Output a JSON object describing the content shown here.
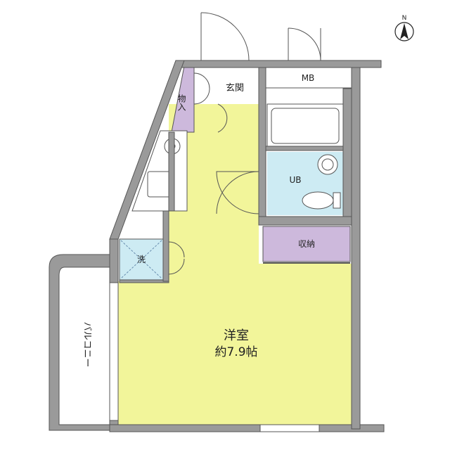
{
  "compass": {
    "label": "N"
  },
  "rooms": {
    "entrance": {
      "label": "玄関"
    },
    "storage_small": {
      "label": "物入"
    },
    "meter_box": {
      "label": "MB"
    },
    "bathroom": {
      "label": "UB"
    },
    "closet": {
      "label": "収納"
    },
    "laundry": {
      "label": "洗"
    },
    "western_room": {
      "label": "洋室",
      "size_label": "約7.9帖"
    },
    "balcony": {
      "label": "バルコニー"
    }
  },
  "colors": {
    "wall": "#9a9a9a",
    "wall_edge": "#555555",
    "western_room": "#f2f59a",
    "bathroom": "#cdebf3",
    "storage": "#cdb9dc",
    "laundry": "#cdebf3",
    "floor_neutral": "#ffffff"
  }
}
